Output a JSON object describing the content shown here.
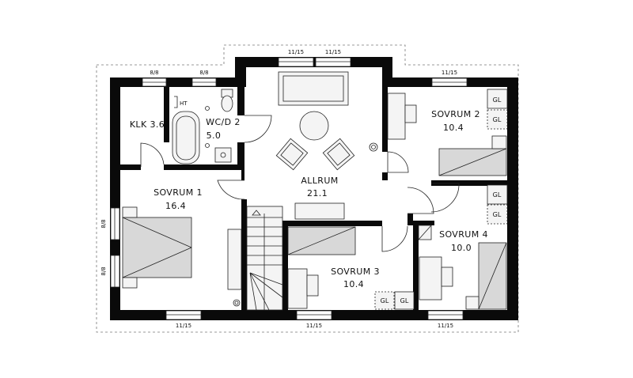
{
  "rooms": {
    "klk": {
      "label": "KLK 3.6"
    },
    "wc": {
      "name": "WC/D 2",
      "area": "5.0"
    },
    "ht": {
      "label": "HT"
    },
    "allrum": {
      "name": "ALLRUM",
      "area": "21.1"
    },
    "sovrum1": {
      "name": "SOVRUM 1",
      "area": "16.4"
    },
    "sovrum2": {
      "name": "SOVRUM 2",
      "area": "10.4"
    },
    "sovrum3": {
      "name": "SOVRUM 3",
      "area": "10.4"
    },
    "sovrum4": {
      "name": "SOVRUM 4",
      "area": "10.0"
    }
  },
  "windows": {
    "top_allrum_1": "11/15",
    "top_allrum_2": "11/15",
    "top_sovrum2": "11/15",
    "top_left_1": "8/8",
    "top_left_2": "8/8",
    "left_1": "8/8",
    "left_2": "8/8",
    "bottom_1": "11/15",
    "bottom_2": "11/15",
    "bottom_3": "11/15"
  },
  "wardrobes": {
    "s2_a": "GL",
    "s2_b": "GL",
    "s4_a": "GL",
    "s4_b": "GL",
    "s3_a": "GL",
    "s3_b": "GL"
  }
}
